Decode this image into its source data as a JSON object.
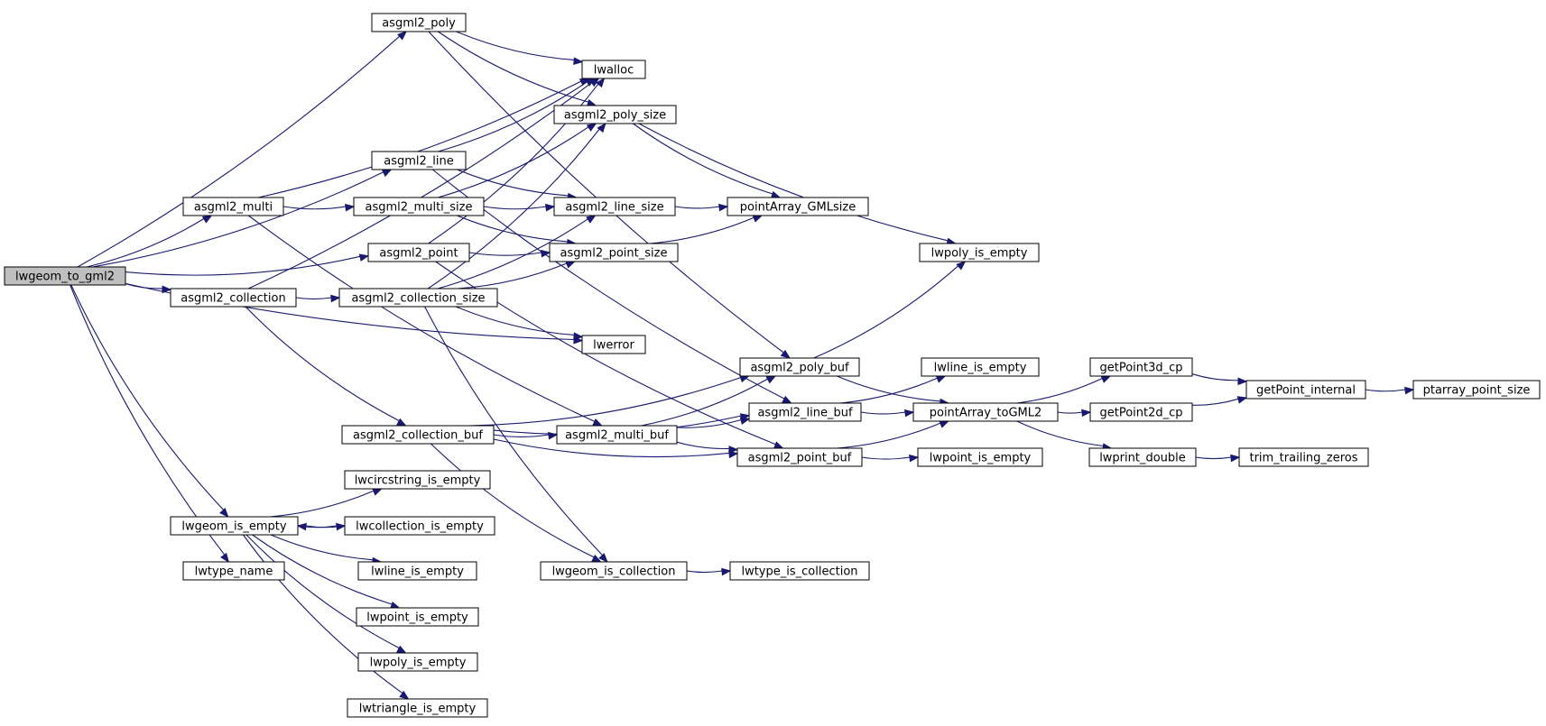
{
  "colors": {
    "edge": "#191970",
    "root_fill": "#bfbfbf",
    "node_fill": "#ffffff",
    "node_stroke": "#000000"
  },
  "root": "lwgeom_to_gml2",
  "nodes": {
    "lwgeom_to_gml2": "lwgeom_to_gml2",
    "asgml2_poly": "asgml2_poly",
    "lwalloc": "lwalloc",
    "asgml2_poly_size": "asgml2_poly_size",
    "asgml2_line": "asgml2_line",
    "asgml2_multi": "asgml2_multi",
    "asgml2_multi_size": "asgml2_multi_size",
    "asgml2_line_size": "asgml2_line_size",
    "pointArray_GMLsize": "pointArray_GMLsize",
    "asgml2_point": "asgml2_point",
    "asgml2_point_size": "asgml2_point_size",
    "lwpoly_is_empty": "lwpoly_is_empty",
    "asgml2_collection": "asgml2_collection",
    "asgml2_collection_size": "asgml2_collection_size",
    "lwerror": "lwerror",
    "asgml2_poly_buf": "asgml2_poly_buf",
    "lwline_is_empty": "lwline_is_empty",
    "getPoint3d_cp": "getPoint3d_cp",
    "getPoint_internal": "getPoint_internal",
    "ptarray_point_size": "ptarray_point_size",
    "asgml2_collection_buf": "asgml2_collection_buf",
    "asgml2_multi_buf": "asgml2_multi_buf",
    "asgml2_line_buf": "asgml2_line_buf",
    "pointArray_toGML2": "pointArray_toGML2",
    "getPoint2d_cp": "getPoint2d_cp",
    "asgml2_point_buf": "asgml2_point_buf",
    "lwpoint_is_empty_b": "lwpoint_is_empty",
    "lwprint_double": "lwprint_double",
    "trim_trailing_zeros": "trim_trailing_zeros",
    "lwcircstring_is_empty": "lwcircstring_is_empty",
    "lwgeom_is_empty": "lwgeom_is_empty",
    "lwcollection_is_empty": "lwcollection_is_empty",
    "lwtype_name": "lwtype_name",
    "lwline_is_empty_b": "lwline_is_empty",
    "lwgeom_is_collection": "lwgeom_is_collection",
    "lwtype_is_collection": "lwtype_is_collection",
    "lwpoint_is_empty": "lwpoint_is_empty",
    "lwpoly_is_empty_b": "lwpoly_is_empty",
    "lwtriangle_is_empty": "lwtriangle_is_empty"
  },
  "edges": [
    [
      "lwgeom_to_gml2",
      "asgml2_poly"
    ],
    [
      "lwgeom_to_gml2",
      "asgml2_line"
    ],
    [
      "lwgeom_to_gml2",
      "asgml2_multi"
    ],
    [
      "lwgeom_to_gml2",
      "asgml2_point"
    ],
    [
      "lwgeom_to_gml2",
      "asgml2_collection"
    ],
    [
      "lwgeom_to_gml2",
      "lwerror"
    ],
    [
      "lwgeom_to_gml2",
      "lwgeom_is_empty"
    ],
    [
      "lwgeom_to_gml2",
      "lwtype_name"
    ],
    [
      "asgml2_poly",
      "lwalloc"
    ],
    [
      "asgml2_poly",
      "asgml2_poly_size"
    ],
    [
      "asgml2_poly",
      "asgml2_poly_buf"
    ],
    [
      "asgml2_poly_size",
      "pointArray_GMLsize"
    ],
    [
      "asgml2_poly_size",
      "lwpoly_is_empty"
    ],
    [
      "asgml2_line",
      "lwalloc"
    ],
    [
      "asgml2_line",
      "asgml2_line_size"
    ],
    [
      "asgml2_line",
      "asgml2_line_buf"
    ],
    [
      "asgml2_line_size",
      "pointArray_GMLsize"
    ],
    [
      "asgml2_multi",
      "lwalloc"
    ],
    [
      "asgml2_multi",
      "asgml2_multi_size"
    ],
    [
      "asgml2_multi",
      "asgml2_multi_buf"
    ],
    [
      "asgml2_multi_size",
      "asgml2_poly_size"
    ],
    [
      "asgml2_multi_size",
      "asgml2_line_size"
    ],
    [
      "asgml2_multi_size",
      "asgml2_point_size"
    ],
    [
      "asgml2_point",
      "lwalloc"
    ],
    [
      "asgml2_point",
      "asgml2_point_size"
    ],
    [
      "asgml2_point",
      "asgml2_point_buf"
    ],
    [
      "asgml2_point_size",
      "pointArray_GMLsize"
    ],
    [
      "asgml2_collection",
      "lwalloc"
    ],
    [
      "asgml2_collection",
      "asgml2_collection_size"
    ],
    [
      "asgml2_collection",
      "asgml2_collection_buf"
    ],
    [
      "asgml2_collection_size",
      "asgml2_poly_size"
    ],
    [
      "asgml2_collection_size",
      "asgml2_line_size"
    ],
    [
      "asgml2_collection_size",
      "asgml2_point_size"
    ],
    [
      "asgml2_collection_size",
      "lwerror"
    ],
    [
      "asgml2_collection_size",
      "lwgeom_is_collection"
    ],
    [
      "asgml2_collection_buf",
      "asgml2_poly_buf"
    ],
    [
      "asgml2_collection_buf",
      "asgml2_multi_buf"
    ],
    [
      "asgml2_collection_buf",
      "asgml2_line_buf"
    ],
    [
      "asgml2_collection_buf",
      "asgml2_point_buf"
    ],
    [
      "asgml2_collection_buf",
      "lwgeom_is_collection"
    ],
    [
      "asgml2_multi_buf",
      "asgml2_poly_buf"
    ],
    [
      "asgml2_multi_buf",
      "asgml2_line_buf"
    ],
    [
      "asgml2_multi_buf",
      "asgml2_point_buf"
    ],
    [
      "asgml2_poly_buf",
      "lwpoly_is_empty"
    ],
    [
      "asgml2_poly_buf",
      "pointArray_toGML2"
    ],
    [
      "asgml2_line_buf",
      "lwline_is_empty"
    ],
    [
      "asgml2_line_buf",
      "pointArray_toGML2"
    ],
    [
      "asgml2_point_buf",
      "pointArray_toGML2"
    ],
    [
      "asgml2_point_buf",
      "lwpoint_is_empty_b"
    ],
    [
      "pointArray_toGML2",
      "getPoint3d_cp"
    ],
    [
      "pointArray_toGML2",
      "getPoint2d_cp"
    ],
    [
      "pointArray_toGML2",
      "lwprint_double"
    ],
    [
      "getPoint3d_cp",
      "getPoint_internal"
    ],
    [
      "getPoint2d_cp",
      "getPoint_internal"
    ],
    [
      "getPoint_internal",
      "ptarray_point_size"
    ],
    [
      "lwprint_double",
      "trim_trailing_zeros"
    ],
    [
      "lwgeom_is_empty",
      "lwcircstring_is_empty"
    ],
    [
      "lwgeom_is_empty",
      "lwcollection_is_empty"
    ],
    [
      "lwcollection_is_empty",
      "lwgeom_is_empty"
    ],
    [
      "lwgeom_is_empty",
      "lwline_is_empty_b"
    ],
    [
      "lwgeom_is_empty",
      "lwpoint_is_empty"
    ],
    [
      "lwgeom_is_empty",
      "lwpoly_is_empty_b"
    ],
    [
      "lwgeom_is_empty",
      "lwtriangle_is_empty"
    ],
    [
      "lwgeom_is_collection",
      "lwtype_is_collection"
    ]
  ]
}
